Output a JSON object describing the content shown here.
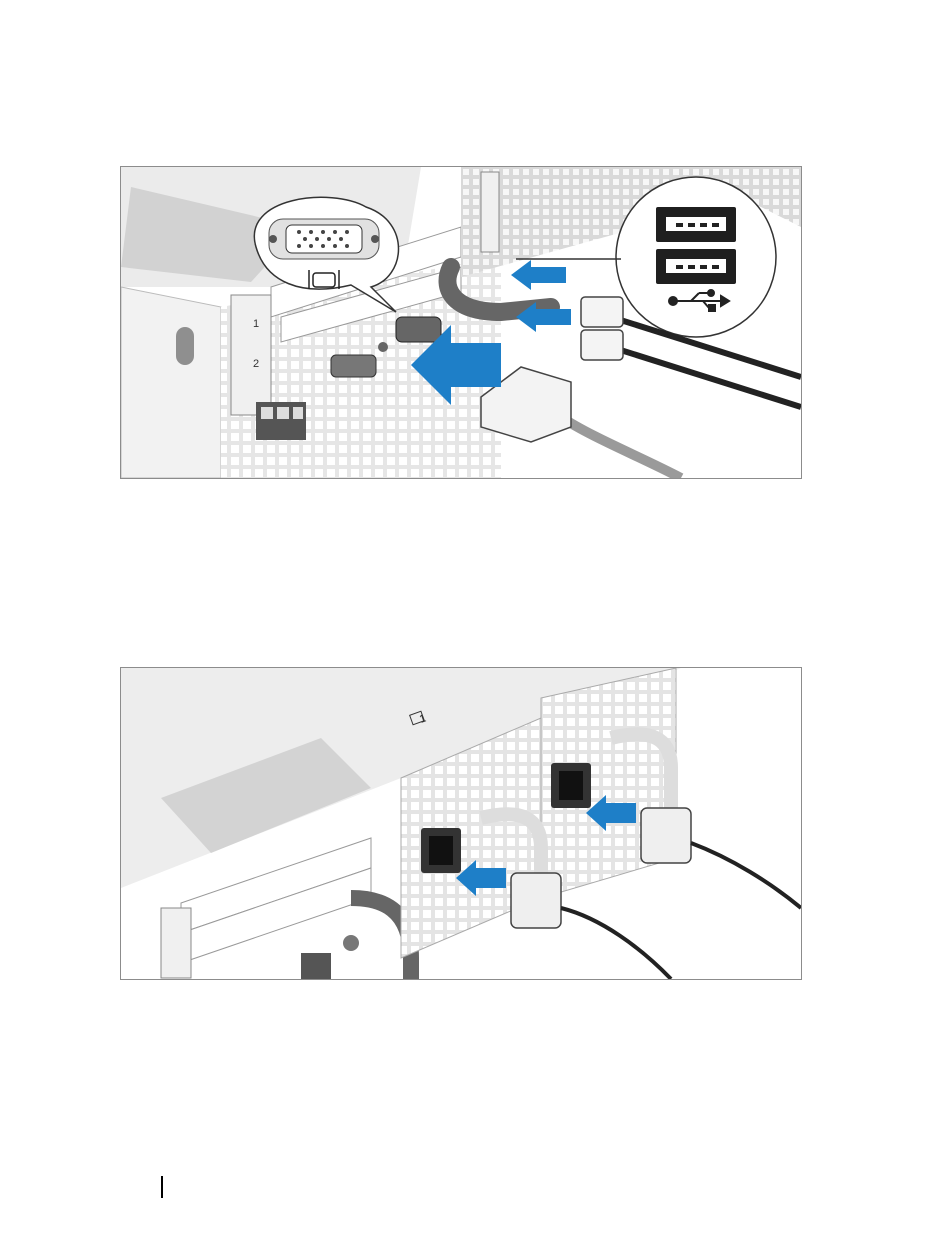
{
  "figures": [
    {
      "callouts": [
        "video-connector",
        "usb-ports"
      ],
      "port_symbols": {
        "video": "IOI",
        "usb": "usb-trident"
      },
      "arrow_color": "#1e7fc8"
    },
    {
      "callouts": [],
      "power_supplies": 2,
      "bay_labels": [
        "1"
      ],
      "arrow_color": "#1e7fc8"
    }
  ],
  "page": {
    "number": ""
  }
}
